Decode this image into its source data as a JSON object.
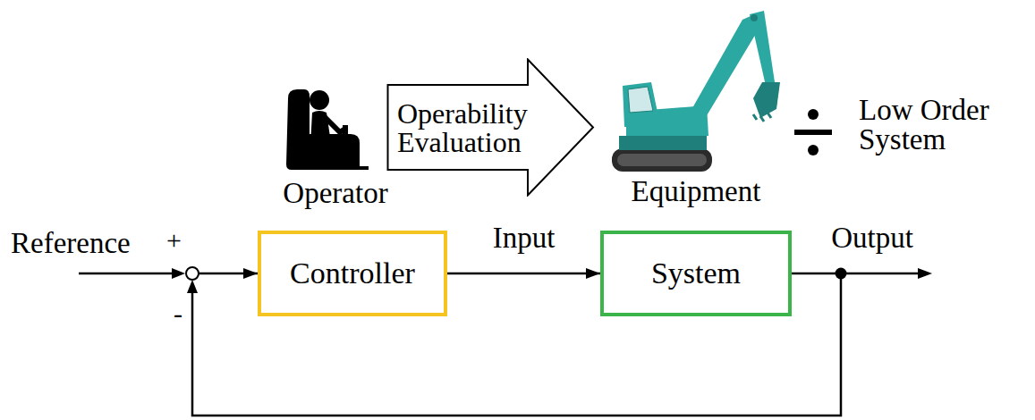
{
  "diagram": {
    "nodes": [
      {
        "text": [
          "Operability Evaluation"
        ]
      },
      {
        "text": [
          "Controller"
        ]
      },
      {
        "text": [
          "System"
        ]
      }
    ],
    "edges": [
      {
        "from": 1,
        "to": 2,
        "arrow": "to",
        "label": "Input"
      },
      {
        "from": 2,
        "to": 1,
        "arrow": "to"
      }
    ],
    "labels": [
      "Operator",
      "Equipment",
      "Low Order System",
      "Reference",
      "+",
      "-",
      "Output"
    ]
  }
}
